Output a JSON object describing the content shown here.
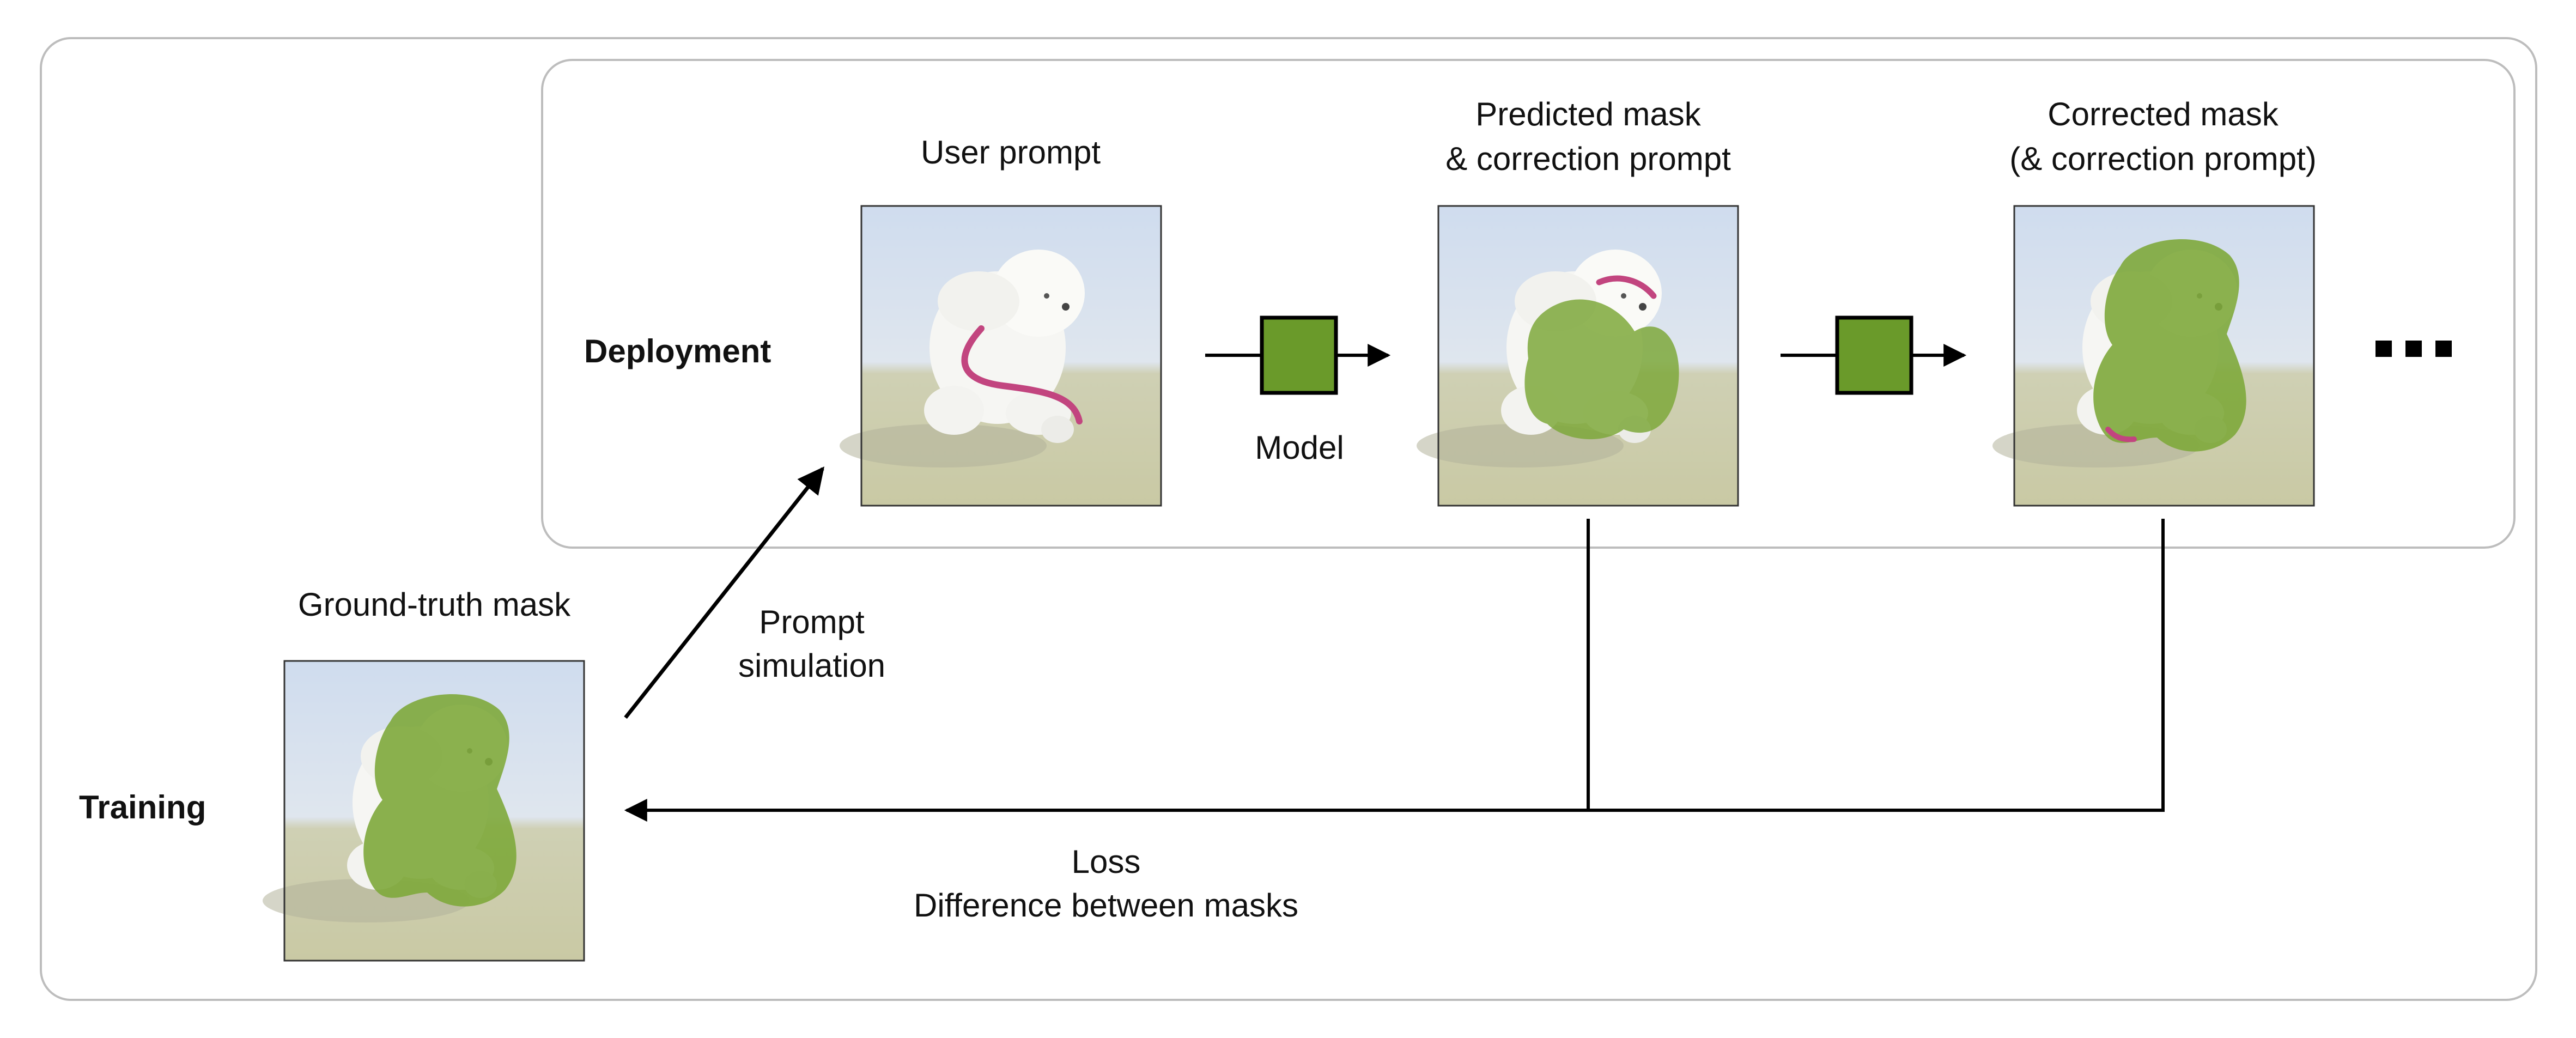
{
  "deployment": {
    "label": "Deployment",
    "user_prompt_title": "User prompt",
    "predicted_title_line1": "Predicted mask",
    "predicted_title_line2": "& correction prompt",
    "corrected_title_line1": "Corrected mask",
    "corrected_title_line2": "(& correction prompt)",
    "model_label": "Model"
  },
  "training": {
    "label": "Training",
    "gt_title": "Ground-truth mask",
    "prompt_sim_line1": "Prompt",
    "prompt_sim_line2": "simulation",
    "loss_line1": "Loss",
    "loss_line2": "Difference between masks"
  },
  "colors": {
    "mask_green": "#7ea83b",
    "model_box": "#6a9a2a",
    "prompt_stroke": "#c2457f",
    "frame_border": "#bdbdbd"
  }
}
